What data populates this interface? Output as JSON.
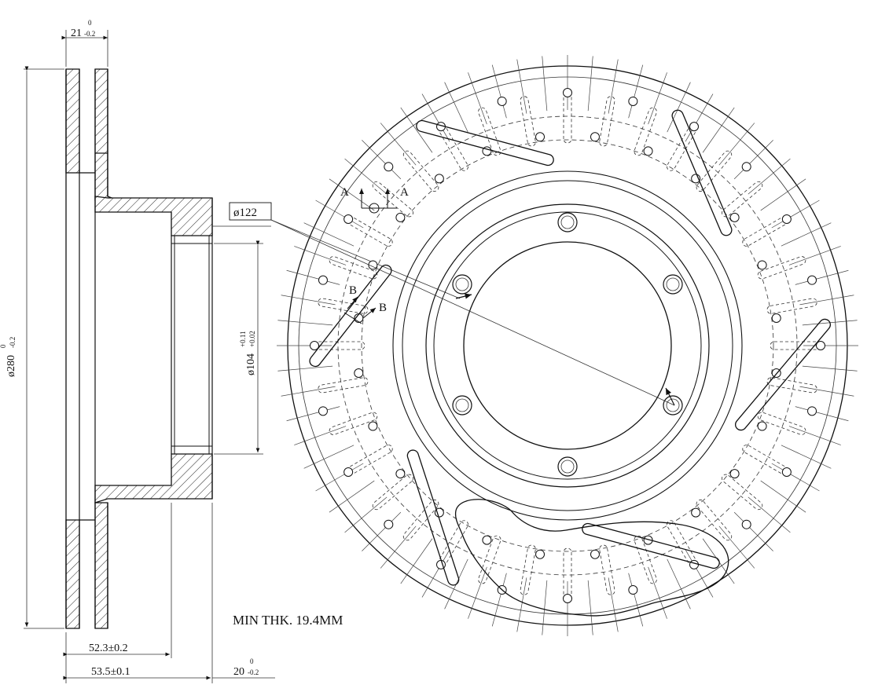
{
  "side_view": {
    "dim_top_width": "21",
    "dim_top_width_tol_upper": "0",
    "dim_top_width_tol_lower": "-0.2",
    "dim_outer_diameter": "ø280",
    "dim_outer_diameter_tol_upper": "0",
    "dim_outer_diameter_tol_lower": "-0.2",
    "dim_bore": "ø104",
    "dim_bore_tol_upper": "+0.11",
    "dim_bore_tol_lower": "+0.02",
    "dim_hub_diameter": "ø122",
    "dim_offset_1": "52.3±0.2",
    "dim_offset_2": "53.5±0.1",
    "dim_hub_thickness": "20",
    "dim_hub_thickness_tol_upper": "0",
    "dim_hub_thickness_tol_lower": "-0.2"
  },
  "notes": {
    "min_thickness": "MIN THK. 19.4MM"
  },
  "section_markers": {
    "a_left": "A",
    "a_right": "A",
    "b_left": "B",
    "b_right": "B"
  }
}
